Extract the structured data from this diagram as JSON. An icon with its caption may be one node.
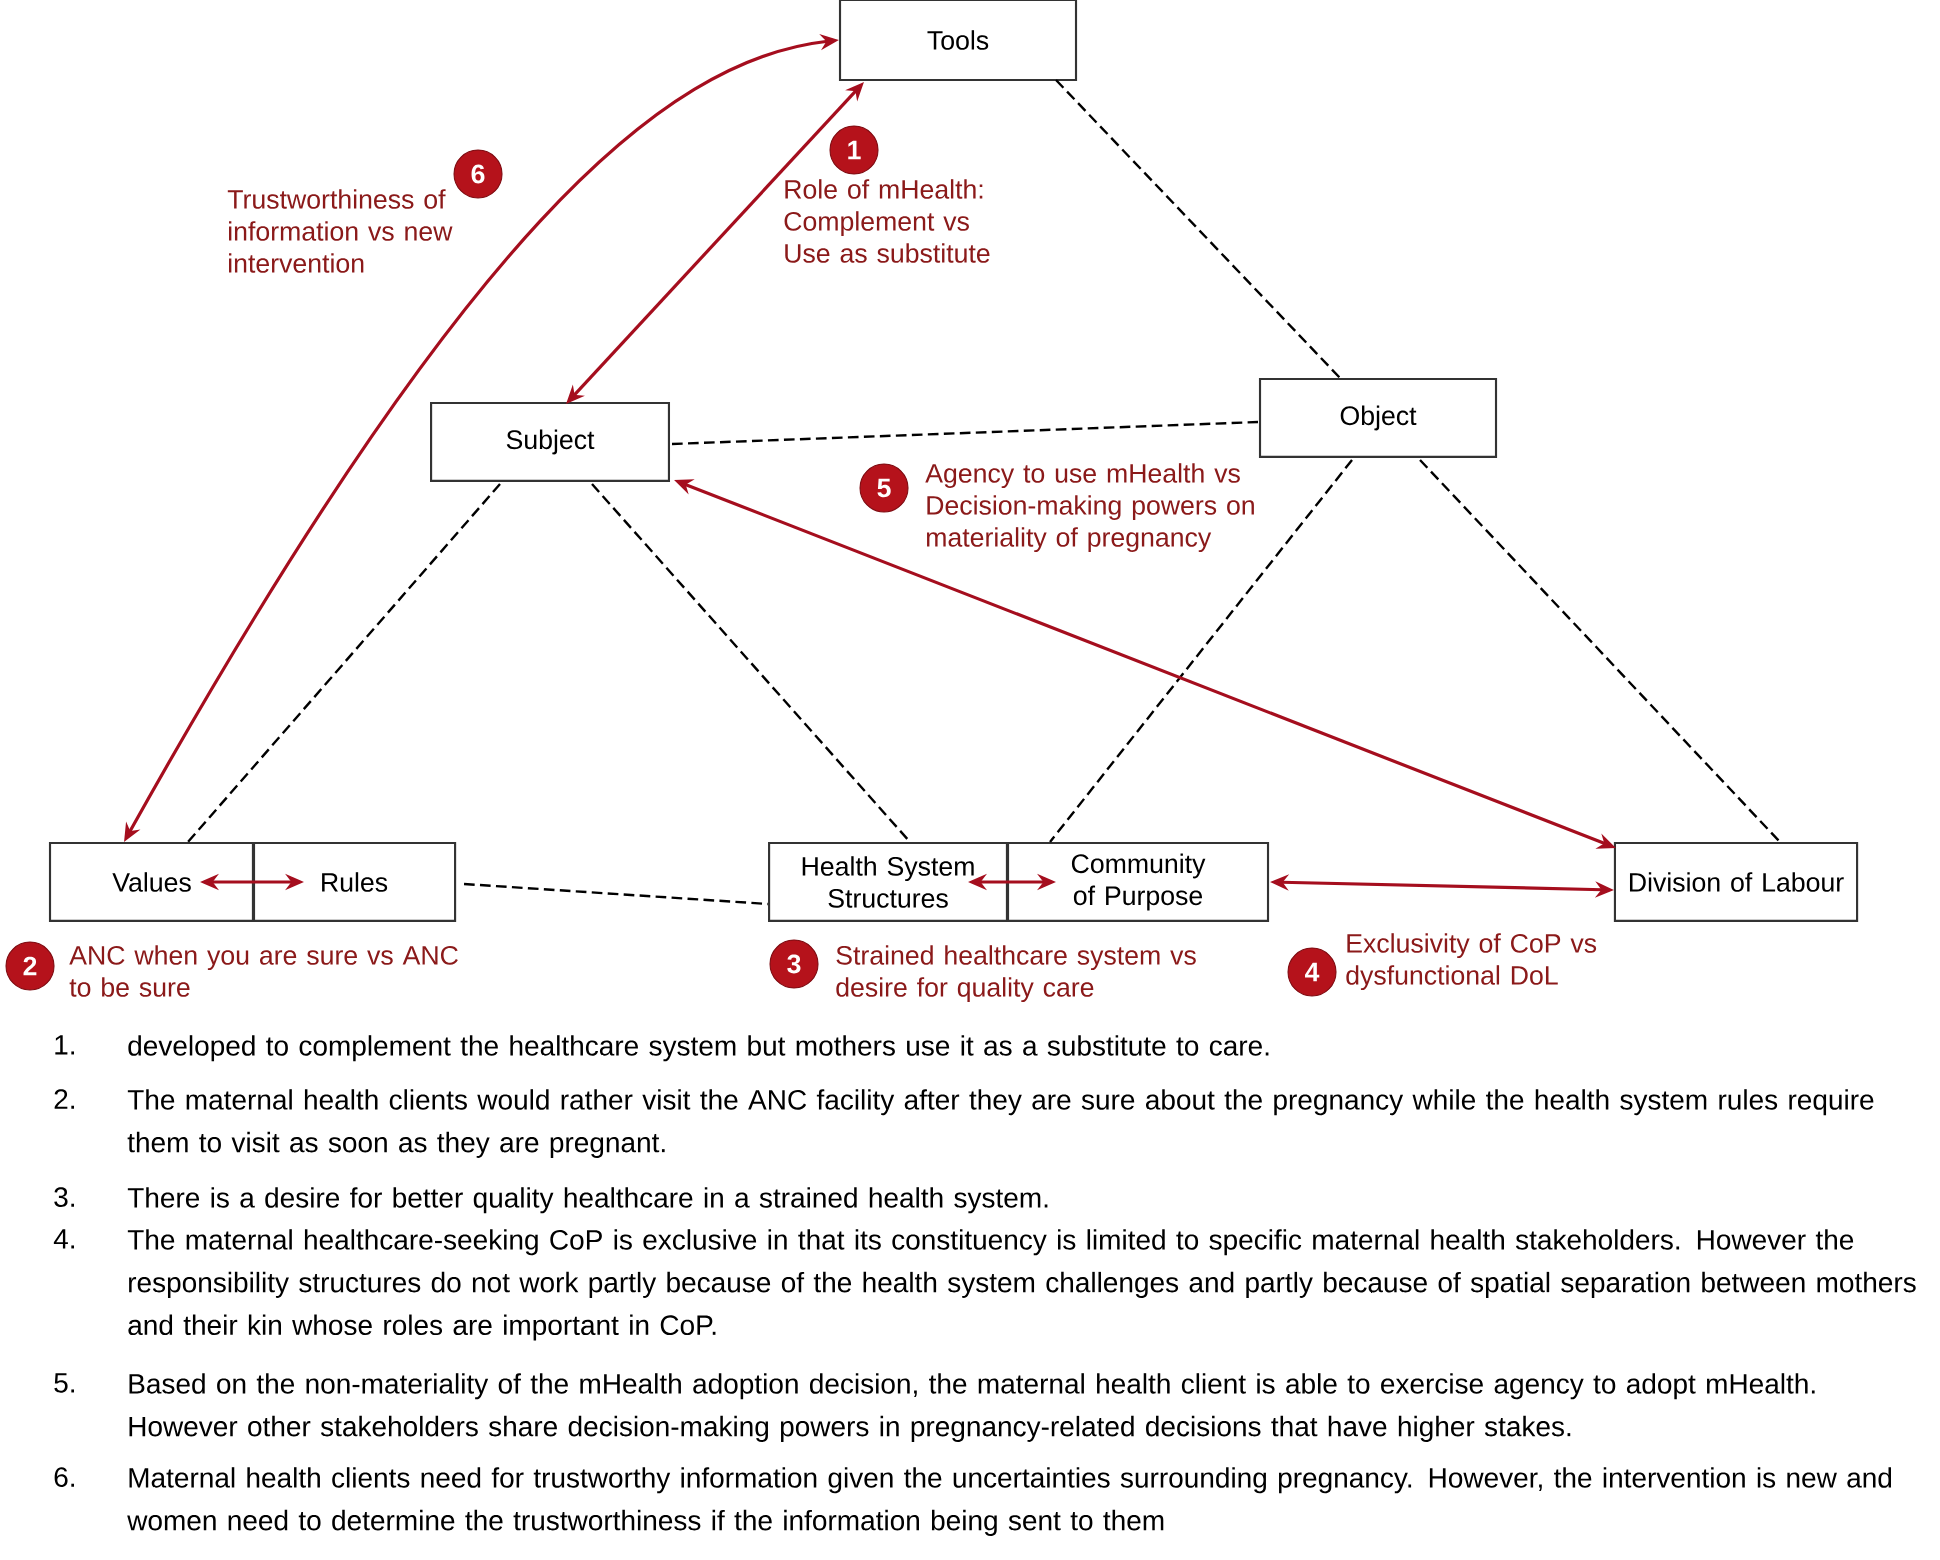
{
  "diagram": {
    "nodes": [
      {
        "text": [
          "Tools"
        ]
      },
      {
        "text": [
          "Subject"
        ]
      },
      {
        "text": [
          "Object"
        ]
      },
      {
        "text": [
          "Values"
        ]
      },
      {
        "text": [
          "Rules"
        ]
      },
      {
        "text": [
          "Health System Structures"
        ]
      },
      {
        "text": [
          "Community of Purpose"
        ]
      },
      {
        "text": [
          "Division of Labour"
        ]
      }
    ],
    "edges": [
      {
        "from": 0,
        "to": 2,
        "arrow": "none",
        "style": "dashed"
      },
      {
        "from": 1,
        "to": 2,
        "arrow": "none",
        "style": "dashed"
      },
      {
        "from": 1,
        "to": 3,
        "arrow": "none",
        "style": "dashed"
      },
      {
        "from": 1,
        "to": 5,
        "arrow": "none",
        "style": "dashed"
      },
      {
        "from": 4,
        "to": 5,
        "arrow": "none",
        "style": "dashed"
      },
      {
        "from": 2,
        "to": 6,
        "arrow": "none",
        "style": "dashed"
      },
      {
        "from": 2,
        "to": 7,
        "arrow": "none",
        "style": "dashed"
      },
      {
        "from": 1,
        "to": 0,
        "arrow": "both",
        "color": "#a50e1e"
      },
      {
        "from": 3,
        "to": 0,
        "arrow": "both",
        "color": "#a50e1e"
      },
      {
        "from": 1,
        "to": 7,
        "arrow": "both",
        "color": "#a50e1e"
      },
      {
        "from": 3,
        "to": 4,
        "arrow": "both",
        "color": "#a50e1e"
      },
      {
        "from": 5,
        "to": 6,
        "arrow": "both",
        "color": "#a50e1e"
      },
      {
        "from": 6,
        "to": 7,
        "arrow": "both",
        "color": "#a50e1e"
      }
    ],
    "labels": [
      "6",
      "Trustworthiness of information vs new intervention",
      "1",
      "Role of mHealth: Complement vs Use as substitute",
      "5",
      "Agency to use mHealth vs Decision-making powers on materiality of pregnancy",
      "2",
      "ANC when you are sure vs ANC to be sure",
      "3",
      "Strained healthcare system vs desire for quality care",
      "4",
      "Exclusivity of CoP vs dysfunctional DoL",
      "1.",
      "developed to complement the healthcare system but mothers use it as a substitute to care.",
      "2.",
      "The maternal health clients would rather visit the ANC facility after they are sure about the pregnancy while the health system rules require them to visit as soon as they are pregnant.",
      "3.",
      "There is a desire for better quality healthcare in a strained health system.",
      "4.",
      "The maternal healthcare-seeking CoP is exclusive in that its constituency is limited to specific maternal health stakeholders. However the responsibility structures do not work partly because of the health system challenges and partly because of spatial separation between mothers and their kin whose roles are important in CoP.",
      "5.",
      "Based on the non-materiality of the mHealth adoption decision, the maternal health client is able to exercise agency to adopt mHealth. However other stakeholders share decision-making powers in pregnancy-related decisions that have higher stakes.",
      "6.",
      "Maternal health clients need for trustworthy information given the uncertainties surrounding pregnancy. However, the intervention is new and women need to determine the trustworthiness if the information being sent to them"
    ]
  }
}
